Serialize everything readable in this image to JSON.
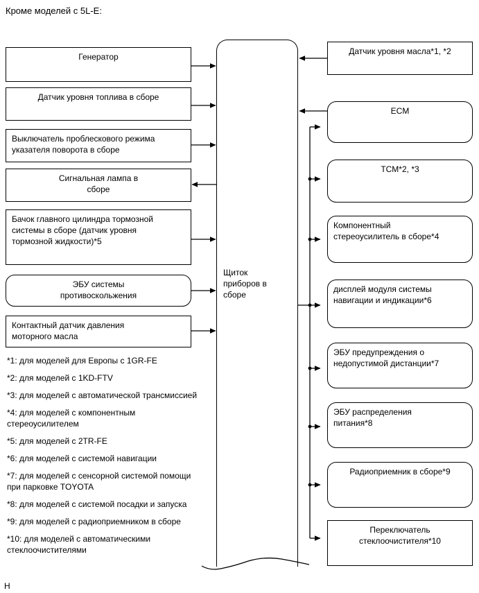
{
  "header": {
    "title": "Кроме моделей с 5L-E:"
  },
  "center": {
    "label": "Щиток\nприборов в\nсборе",
    "label_lines": [
      "Щиток",
      "приборов в",
      "сборе"
    ]
  },
  "left_boxes": [
    {
      "label": "Генератор",
      "align": "center",
      "shape": "rect",
      "direction": "to-panel"
    },
    {
      "label": "Датчик уровня топлива в сборе",
      "align": "center",
      "shape": "rect",
      "direction": "to-panel"
    },
    {
      "label": "Выключатель проблескового режима\nуказателя поворота в сборе",
      "align": "left",
      "shape": "rect",
      "direction": "to-panel"
    },
    {
      "label": "Сигнальная лампа в\nсборе",
      "align": "center",
      "shape": "rect",
      "direction": "from-panel"
    },
    {
      "label": "Бачок главного цилиндра тормозной\nсистемы в сборе (датчик уровня\nтормозной жидкости)*5",
      "align": "left",
      "shape": "rect",
      "direction": "to-panel"
    },
    {
      "label": "ЭБУ системы\nпротивоскольжения",
      "align": "center",
      "shape": "round",
      "direction": "to-panel"
    },
    {
      "label": "Контактный датчик давления\nмоторного масла",
      "align": "left",
      "shape": "rect",
      "direction": "to-panel"
    }
  ],
  "right_boxes": [
    {
      "label": "Датчик уровня масла*1, *2",
      "align": "center",
      "shape": "rect",
      "direction": "to-panel",
      "bus": false
    },
    {
      "label": "ECM",
      "align": "center",
      "shape": "round",
      "direction": "to-panel",
      "bus": true
    },
    {
      "label": "TCM*2, *3",
      "align": "center",
      "shape": "round",
      "direction": "bus-out",
      "bus": true
    },
    {
      "label": "Компонентный\nстереоусилитель в сборе*4",
      "align": "left",
      "shape": "round",
      "direction": "bus-out",
      "bus": true
    },
    {
      "label": "дисплей модуля системы\nнавигации и индикации*6",
      "align": "left",
      "shape": "round",
      "direction": "bus-out",
      "bus": true
    },
    {
      "label": "ЭБУ предупреждения о\nнедопустимой дистанции*7",
      "align": "left",
      "shape": "round",
      "direction": "bus-out",
      "bus": true
    },
    {
      "label": "ЭБУ распределения\nпитания*8",
      "align": "left",
      "shape": "round",
      "direction": "bus-out",
      "bus": true
    },
    {
      "label": "Радиоприемник в сборе*9",
      "align": "center",
      "shape": "round",
      "direction": "bus-out",
      "bus": true
    },
    {
      "label": "Переключатель\nстеклоочистителя*10",
      "align": "center",
      "shape": "rect",
      "direction": "bus-out",
      "bus": true
    }
  ],
  "notes": [
    "*1: для моделей для Европы с 1GR-FE",
    "*2: для моделей с 1KD-FTV",
    "*3: для моделей с автоматической трансмиссией",
    "*4: для моделей с компонентным стереоусилителем",
    "*5: для моделей с 2TR-FE",
    "*6: для моделей с системой навигации",
    "*7: для моделей с сенсорной системой помощи при парковке TOYOTA",
    "*8: для моделей с системой посадки и запуска",
    "*9: для моделей с радиоприемником в сборе",
    "*10: для моделей с автоматическими стеклоочистителями"
  ],
  "tail": {
    "marker": "H"
  },
  "colors": {
    "stroke": "#000000",
    "background": "#ffffff",
    "text": "#000000"
  }
}
